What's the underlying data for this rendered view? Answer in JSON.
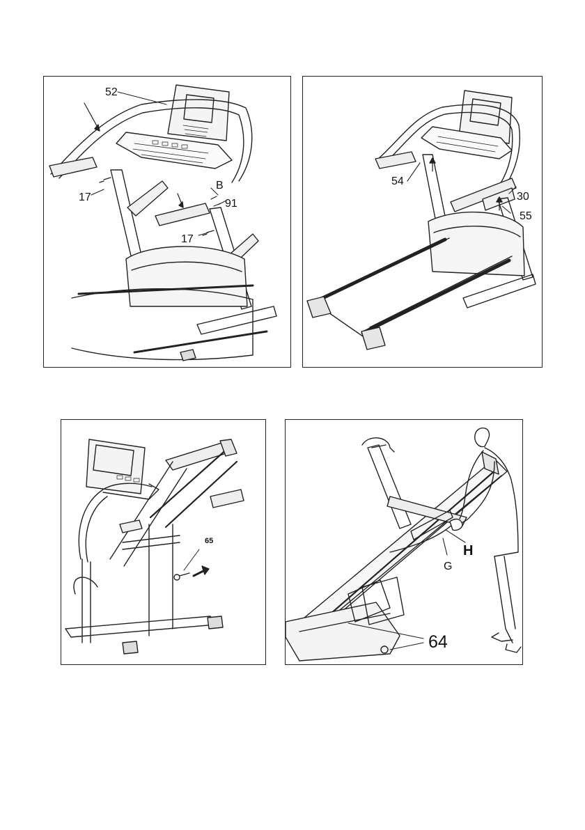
{
  "panels": [
    {
      "callouts": {
        "c52": "52",
        "c17a": "17",
        "cB": "B",
        "c91": "91",
        "c17b": "17"
      }
    },
    {
      "callouts": {
        "c54": "54",
        "c30": "30",
        "c55": "55"
      }
    },
    {
      "callouts": {
        "c65": "65"
      }
    },
    {
      "callouts": {
        "cH": "H",
        "cG": "G",
        "c64": "64"
      }
    }
  ]
}
